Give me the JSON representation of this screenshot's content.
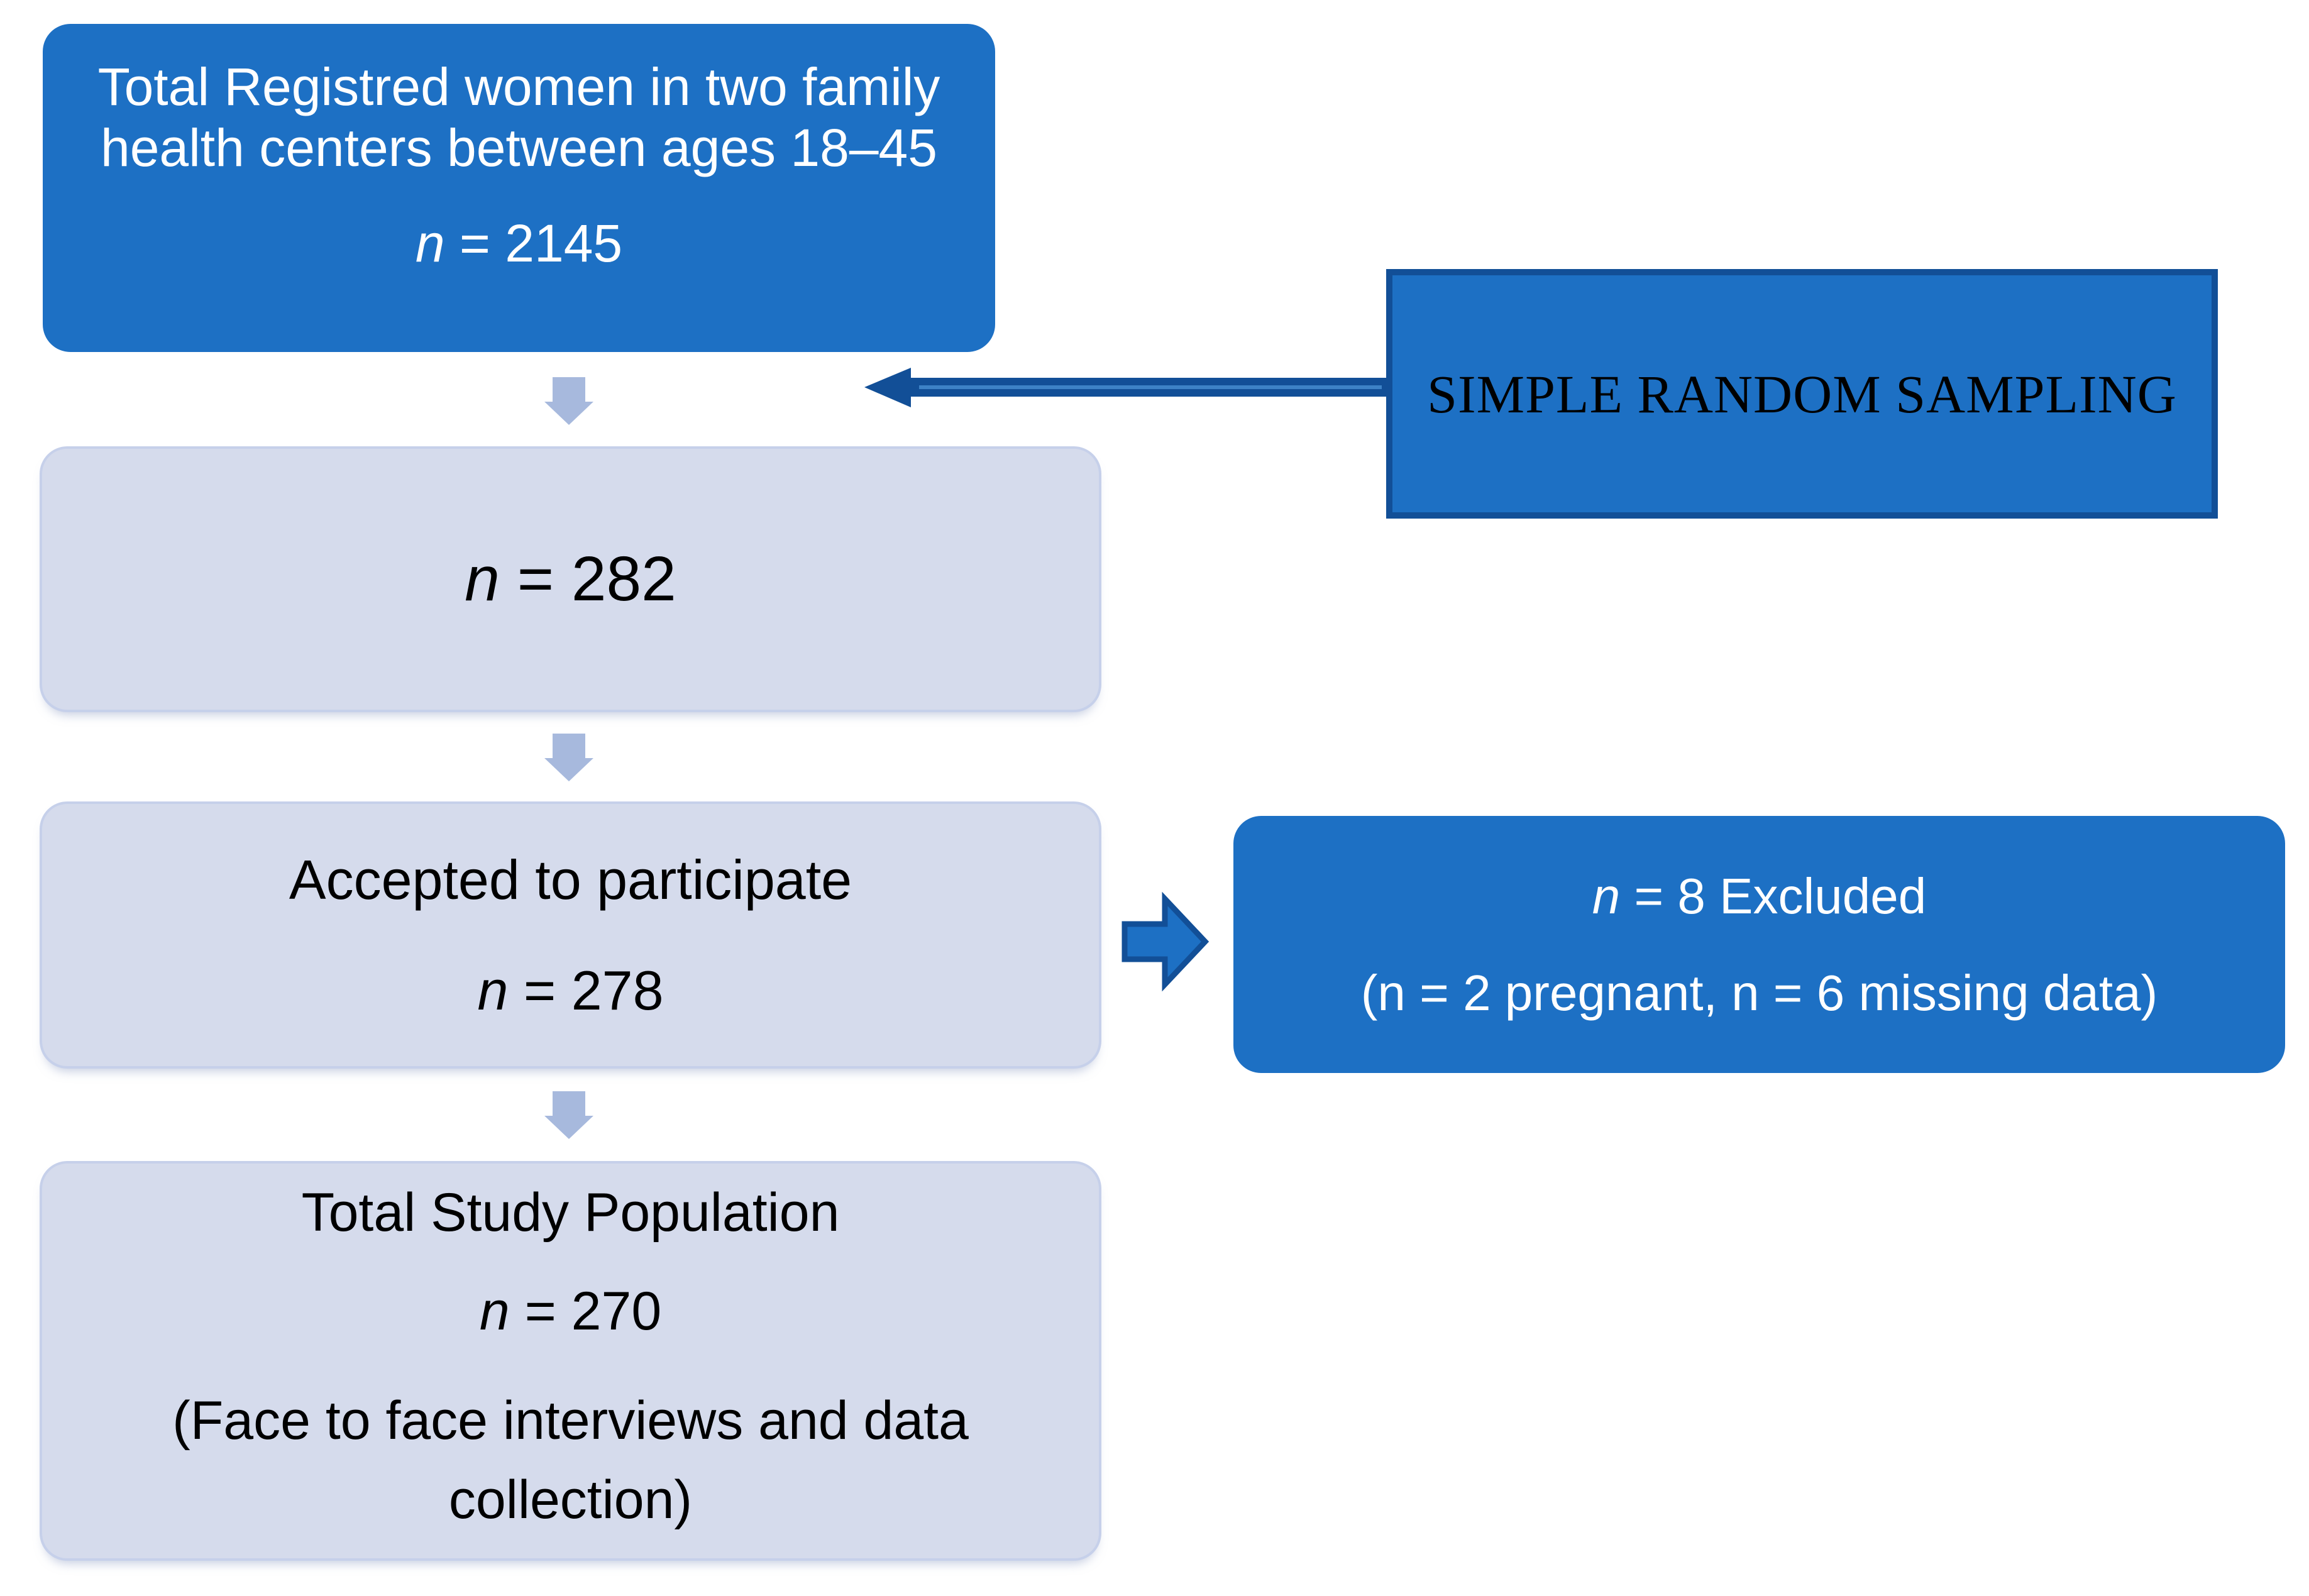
{
  "figure": {
    "colors": {
      "primary_blue": "#1d70c4",
      "navy_outline": "#124f97",
      "lavender_fill": "#d5dbec",
      "lavender_border": "#c6d0ea",
      "chevron_arrow": "#a7b9dd",
      "text_on_blue": "#ffffff",
      "text_on_lavender": "#000000"
    },
    "boxes": {
      "total": {
        "line1": "Total Registred women in two family",
        "line2": "health centers between ages 18–45",
        "n": "n",
        "n_rest": " = 2145"
      },
      "sampled": {
        "n": "n",
        "n_rest": " = 282"
      },
      "accepted": {
        "title": "Accepted to participate",
        "n": "n",
        "n_rest": " = 278"
      },
      "study": {
        "title": "Total Study Population",
        "n": "n",
        "n_rest": " = 270",
        "note": "(Face to face interviews and data collection)"
      },
      "srs": {
        "label": "SIMPLE RANDOM SAMPLING"
      },
      "excluded": {
        "n": "n",
        "n_rest": " = 8 Excluded",
        "detail": "(n = 2 pregnant, n = 6 missing data)"
      }
    }
  }
}
